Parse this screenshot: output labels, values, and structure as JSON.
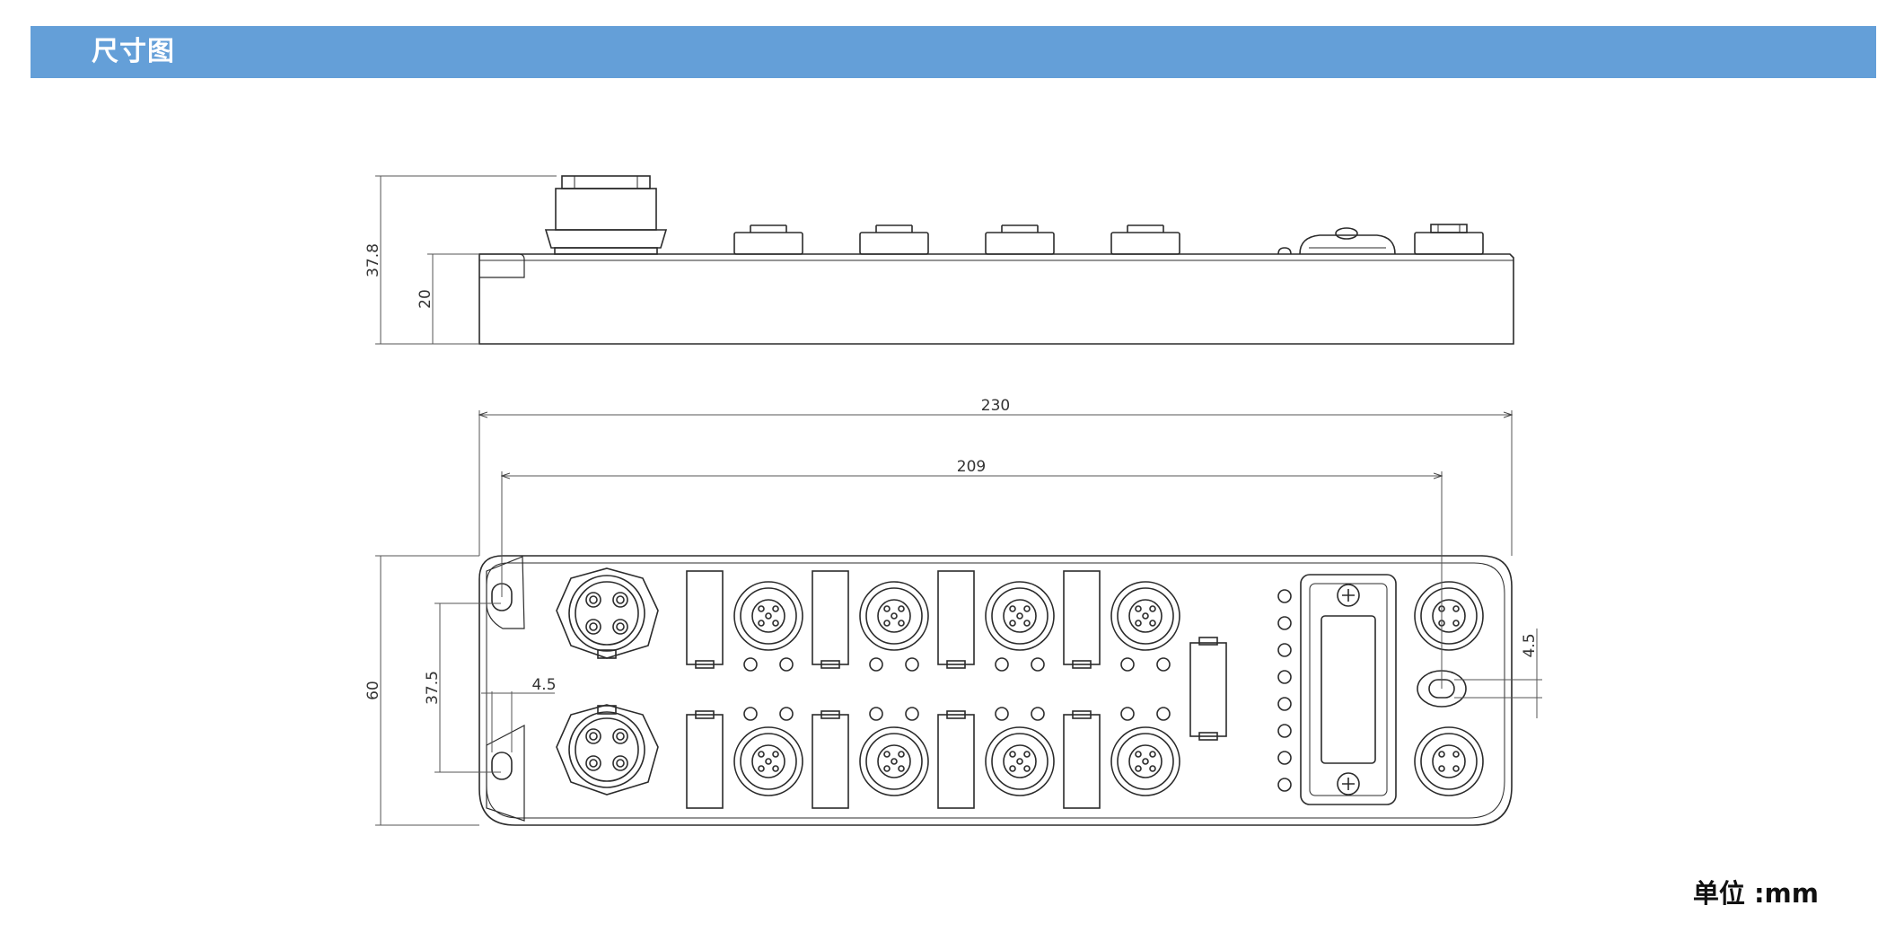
{
  "header": {
    "title": "尺寸图",
    "bar_color": "#649fd8"
  },
  "unit_label": "单位 :mm",
  "dimensions": {
    "side_total_height": "37.8",
    "side_body_height": "20",
    "overall_length": "230",
    "hole_spacing": "209",
    "overall_width": "60",
    "hole_vertical_spacing": "37.5",
    "hole_diameter_left": "4.5",
    "hole_diameter_right": "4.5"
  },
  "colors": {
    "line": "#2b2b2b",
    "dimension_line": "#555555"
  }
}
